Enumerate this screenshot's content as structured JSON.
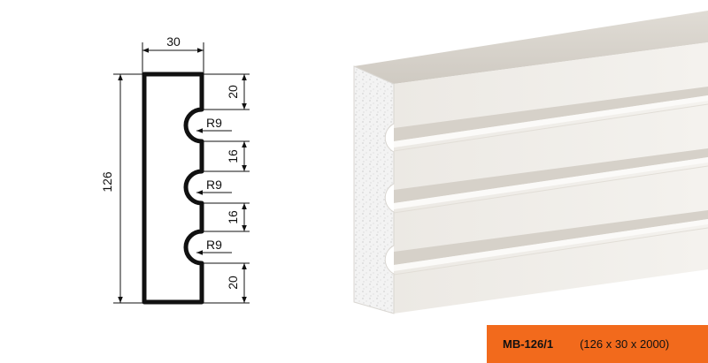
{
  "drawing": {
    "width_label": "30",
    "height_label": "126",
    "seg_top_label": "20",
    "seg_gap1_label": "16",
    "seg_gap2_label": "16",
    "seg_bottom_label": "20",
    "radius_label_1": "R9",
    "radius_label_2": "R9",
    "radius_label_3": "R9"
  },
  "product": {
    "code": "MB-126/1",
    "dimensions": "(126 x 30 x 2000)"
  },
  "colors": {
    "accent": "#f26a1c",
    "profile_stroke": "#111111",
    "molding_face": "#ece9e4"
  },
  "icons": [
    "molding-3d-icon"
  ]
}
